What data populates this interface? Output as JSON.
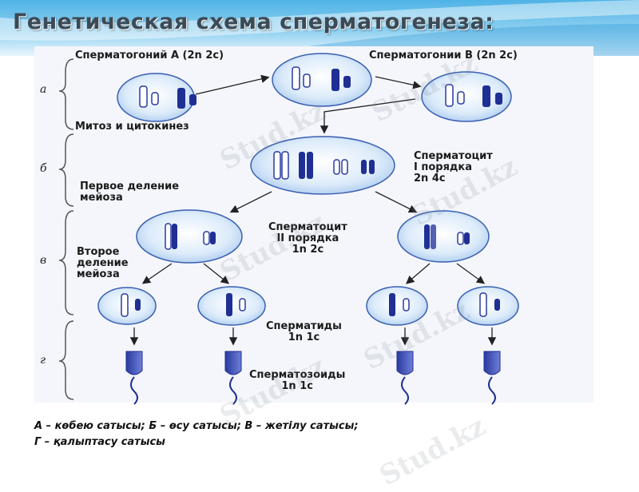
{
  "title": "Генетическая схема сперматогенеза:",
  "stage_letters": [
    "а",
    "б",
    "в",
    "г"
  ],
  "labels": {
    "spermatogonium_a": "Сперматогоний А (2n 2c)",
    "spermatogonia_b": "Сперматогонии В (2n 2c)",
    "mitosis": "Митоз и цитокинез",
    "spermatocyte_1": "Сперматоцит\nI порядка\n2n 4c",
    "meiosis_1": "Первое деление\nмейоза",
    "spermatocyte_2": "Сперматоцит\nII порядка\n1n 2c",
    "meiosis_2": "Второе\nделение\nмейоза",
    "spermatids": "Сперматиды\n1n 1c",
    "spermatozoa": "Сперматозоиды\n1n 1c"
  },
  "caption": {
    "line1": "А – көбею сатысы; Б – өсу сатысы; В – жетілу сатысы;",
    "line2": "Г – қалыптасу сатысы"
  },
  "watermark": "Stud.kz",
  "colors": {
    "cell_fill": "#cfe3f7",
    "cell_stroke": "#3a5fb0",
    "chromosome_dark": "#1f2f93",
    "chromosome_light": "#ffffff",
    "title_color": "#3a4a56"
  }
}
